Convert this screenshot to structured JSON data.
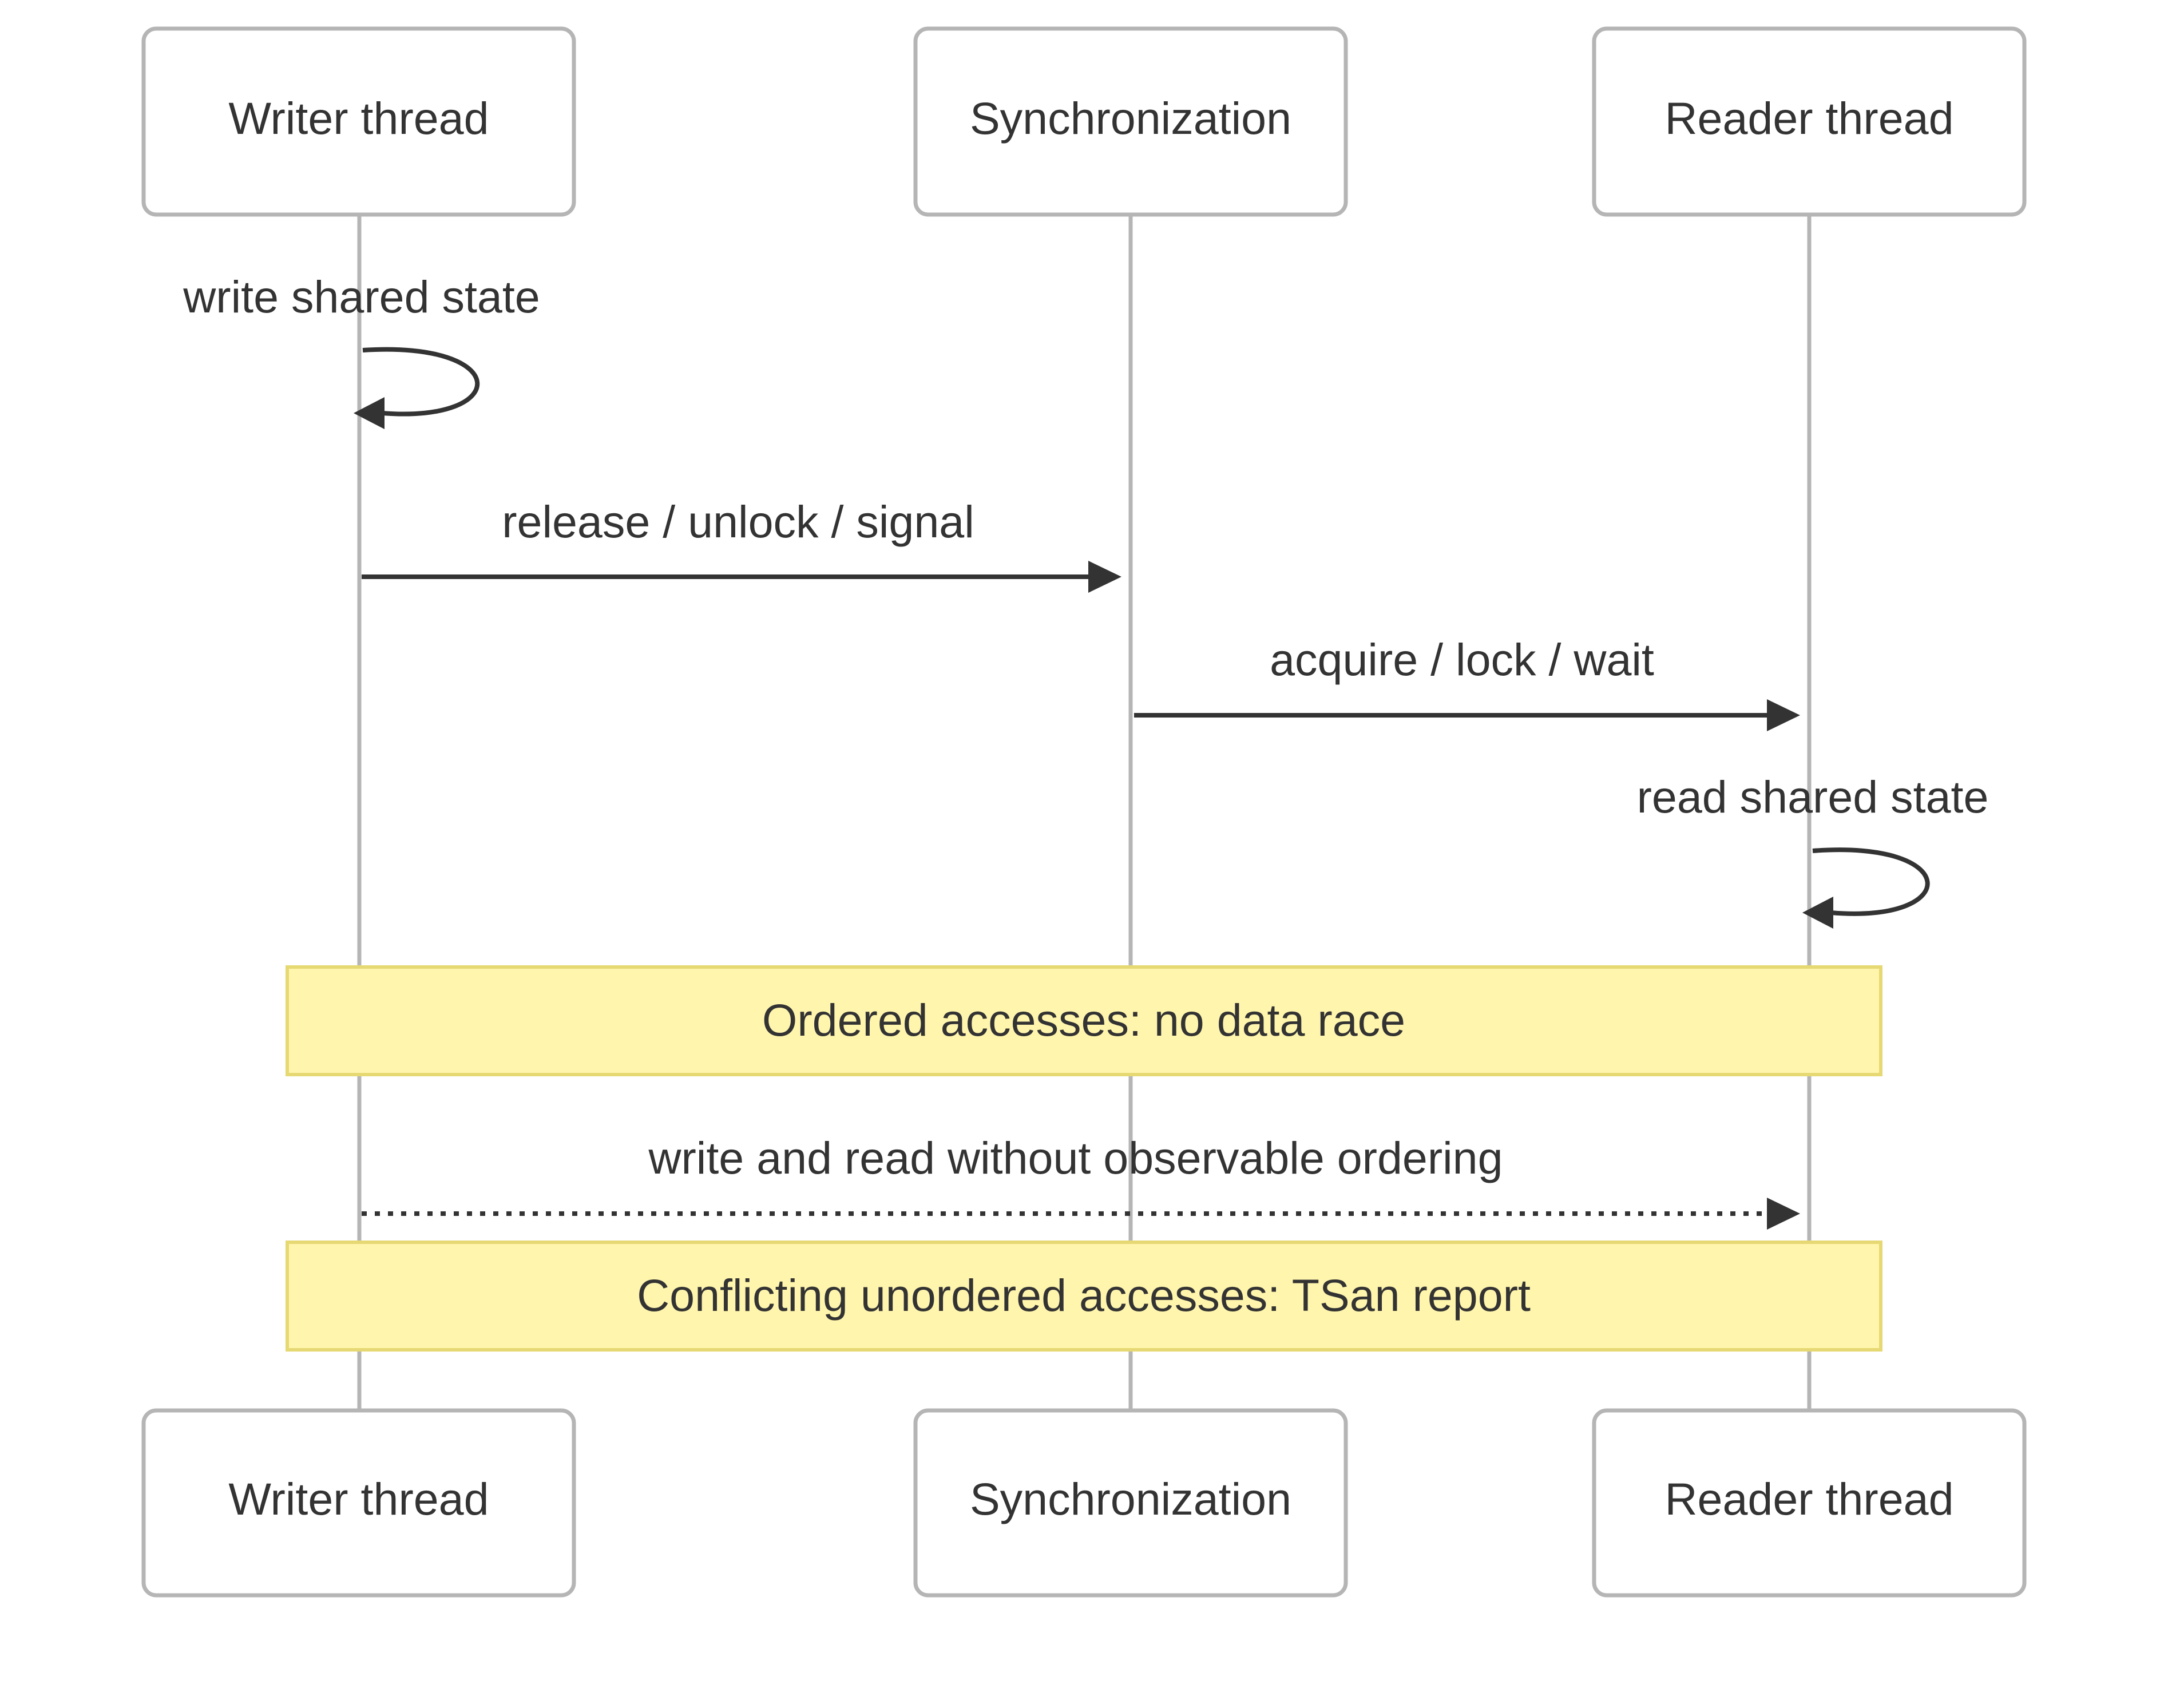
{
  "actors": [
    {
      "id": "writer",
      "label": "Writer thread"
    },
    {
      "id": "sync",
      "label": "Synchronization"
    },
    {
      "id": "reader",
      "label": "Reader thread"
    }
  ],
  "messages": [
    {
      "from": "writer",
      "to": "writer",
      "label": "write shared state",
      "style": "solid",
      "self": true
    },
    {
      "from": "writer",
      "to": "sync",
      "label": "release / unlock / signal",
      "style": "solid"
    },
    {
      "from": "sync",
      "to": "reader",
      "label": "acquire / lock / wait",
      "style": "solid"
    },
    {
      "from": "reader",
      "to": "reader",
      "label": "read shared state",
      "style": "solid",
      "self": true
    },
    {
      "from": "writer",
      "to": "reader",
      "label": "write and read without observable ordering",
      "style": "dotted"
    }
  ],
  "notes": [
    {
      "over": [
        "writer",
        "reader"
      ],
      "text": "Ordered accesses: no data race"
    },
    {
      "over": [
        "writer",
        "reader"
      ],
      "text": "Conflicting unordered accesses: TSan report"
    }
  ],
  "colors": {
    "actor_border": "#b5b5b5",
    "lifeline": "#b5b5b5",
    "text": "#333333",
    "arrow": "#333333",
    "note_fill": "#fff5ad",
    "note_border": "#e6d873"
  }
}
